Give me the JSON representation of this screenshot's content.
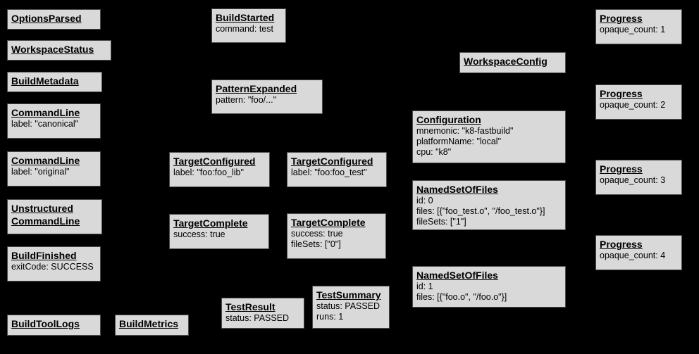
{
  "diagram": {
    "description": "Build event protocol event graph",
    "background_color": "#000000",
    "box_fill_color": "#d9d9d9",
    "box_border_color": "#4d4d4d",
    "text_color": "#000000"
  },
  "boxes": [
    {
      "title": "OptionsParsed",
      "attrs": []
    },
    {
      "title": "WorkspaceStatus",
      "attrs": []
    },
    {
      "title": "BuildMetadata",
      "attrs": []
    },
    {
      "title": "CommandLine",
      "attrs": [
        "label: \"canonical\""
      ]
    },
    {
      "title": "CommandLine",
      "attrs": [
        "label: \"original\""
      ]
    },
    {
      "title": "Unstructured\nCommandLine",
      "attrs": []
    },
    {
      "title": "BuildFinished",
      "attrs": [
        "exitCode: SUCCESS"
      ]
    },
    {
      "title": "BuildToolLogs",
      "attrs": []
    },
    {
      "title": "BuildMetrics",
      "attrs": []
    },
    {
      "title": "BuildStarted",
      "attrs": [
        "command: test"
      ]
    },
    {
      "title": "PatternExpanded",
      "attrs": [
        "pattern: \"foo/...\""
      ]
    },
    {
      "title": "TargetConfigured",
      "attrs": [
        "label: \"foo:foo_lib\""
      ]
    },
    {
      "title": "TargetConfigured",
      "attrs": [
        "label: \"foo:foo_test\""
      ]
    },
    {
      "title": "TargetComplete",
      "attrs": [
        "success: true"
      ]
    },
    {
      "title": "TargetComplete",
      "attrs": [
        "success: true",
        "fileSets: [\"0\"]"
      ]
    },
    {
      "title": "TestResult",
      "attrs": [
        "status: PASSED"
      ]
    },
    {
      "title": "TestSummary",
      "attrs": [
        "status: PASSED",
        "runs: 1"
      ]
    },
    {
      "title": "WorkspaceConfig",
      "attrs": []
    },
    {
      "title": "Configuration",
      "attrs": [
        "mnemonic: \"k8-fastbuild\"",
        "platformName: \"local\"",
        "cpu: \"k8\""
      ]
    },
    {
      "title": "NamedSetOfFiles",
      "attrs": [
        "id: 0",
        "files: [{\"foo_test.o\", \"/foo_test.o\"}]",
        "fileSets: [\"1\"]"
      ]
    },
    {
      "title": "NamedSetOfFiles",
      "attrs": [
        "id: 1",
        "files: [{\"foo.o\", \"/foo.o\"}]"
      ]
    },
    {
      "title": "Progress",
      "attrs": [
        "opaque_count: 1"
      ]
    },
    {
      "title": "Progress",
      "attrs": [
        "opaque_count: 2"
      ]
    },
    {
      "title": "Progress",
      "attrs": [
        "opaque_count: 3"
      ]
    },
    {
      "title": "Progress",
      "attrs": [
        "opaque_count: 4"
      ]
    }
  ]
}
